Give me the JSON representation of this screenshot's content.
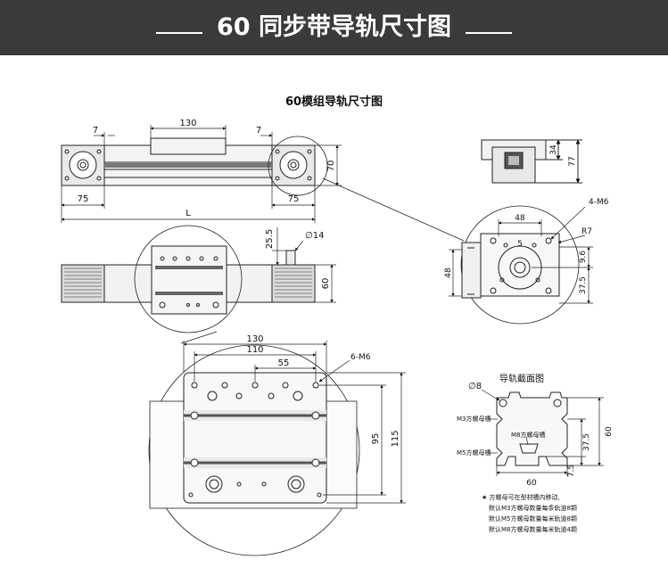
{
  "banner": {
    "title": "60 同步带导轨尺寸图"
  },
  "drawing_title": "60模组导轨尺寸图",
  "top_view": {
    "d_7_left": "7",
    "d_130": "130",
    "d_7_right": "7",
    "d_70": "70",
    "d_75_left": "75",
    "d_75_right": "75",
    "d_L": "L"
  },
  "side_view": {
    "d_25_5": "25.5",
    "d_14": "∅14",
    "d_60": "60"
  },
  "end_view": {
    "d_34": "34",
    "d_77": "77"
  },
  "end_detail": {
    "m6": "4-M6",
    "d_48_top": "48",
    "r7": "R7",
    "d_5": "5",
    "d_9_6": "9.6",
    "d_48_left": "48",
    "d_37_5": "37.5"
  },
  "carriage_detail": {
    "d_130": "130",
    "d_110": "110",
    "d_55": "55",
    "m6": "6-M6",
    "d_95": "95",
    "d_115": "115"
  },
  "rail_section": {
    "title": "导轨截面图",
    "d_8": "∅8",
    "m3": "M3方螺母槽",
    "m8": "M8方螺母槽",
    "m5": "M5方螺母槽",
    "d_60_h": "60",
    "d_60_v": "60",
    "d_37_5": "37.5",
    "d_7_5": "7.5"
  },
  "notes": [
    "★ 方螺母可在型材槽内移动,",
    "默认M3方螺母数量每条轨道8颗",
    "默认M5方螺母数量每米轨道8颗",
    "默认M8方螺母数量每米轨道4颗"
  ]
}
